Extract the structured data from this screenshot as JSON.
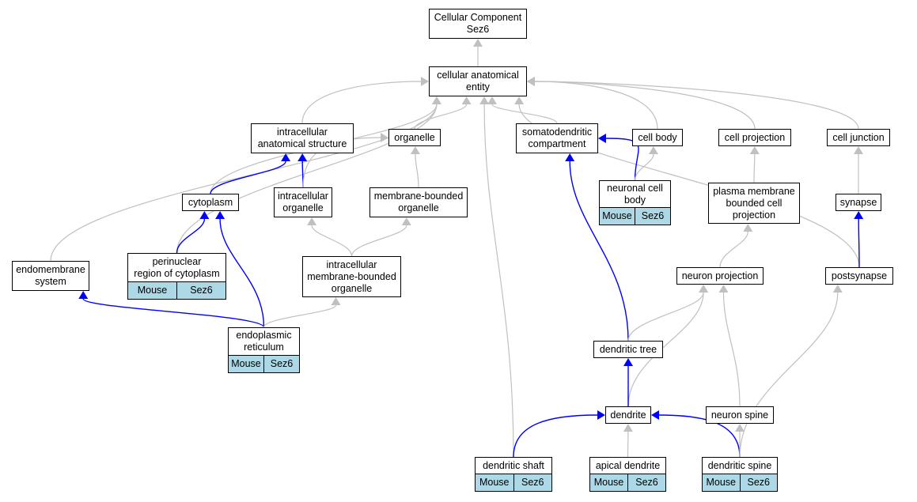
{
  "colors": {
    "is_a": "#c0c0c0",
    "part_of": "#0000ff",
    "tag_bg": "#add8e6"
  },
  "nodes": {
    "root": {
      "label": "Cellular Component\nSez6"
    },
    "cae": {
      "label": "cellular anatomical\nentity"
    },
    "ias": {
      "label": "intracellular\nanatomical structure"
    },
    "organelle": {
      "label": "organelle"
    },
    "somato": {
      "label": "somatodendritic\ncompartment"
    },
    "cellbody": {
      "label": "cell body"
    },
    "cellproj": {
      "label": "cell projection"
    },
    "celljunc": {
      "label": "cell junction"
    },
    "cytoplasm": {
      "label": "cytoplasm"
    },
    "intraorg": {
      "label": "intracellular\norganelle"
    },
    "mbo": {
      "label": "membrane-bounded\norganelle"
    },
    "ncb": {
      "label": "neuronal cell\nbody",
      "tags": [
        "Mouse",
        "Sez6"
      ]
    },
    "pmbcp": {
      "label": "plasma membrane\nbounded cell\nprojection"
    },
    "synapse": {
      "label": "synapse"
    },
    "endomem": {
      "label": "endomembrane\nsystem"
    },
    "perinuc": {
      "label": "perinuclear\nregion of cytoplasm",
      "tags": [
        "Mouse",
        "Sez6"
      ]
    },
    "imbo": {
      "label": "intracellular\nmembrane-bounded\norganelle"
    },
    "neuproj": {
      "label": "neuron projection"
    },
    "postsyn": {
      "label": "postsynapse"
    },
    "er": {
      "label": "endoplasmic\nreticulum",
      "tags": [
        "Mouse",
        "Sez6"
      ]
    },
    "dtree": {
      "label": "dendritic tree"
    },
    "dendrite": {
      "label": "dendrite"
    },
    "nspine": {
      "label": "neuron spine"
    },
    "dshaft": {
      "label": "dendritic shaft",
      "tags": [
        "Mouse",
        "Sez6"
      ]
    },
    "apical": {
      "label": "apical dendrite",
      "tags": [
        "Mouse",
        "Sez6"
      ]
    },
    "dspine": {
      "label": "dendritic spine",
      "tags": [
        "Mouse",
        "Sez6"
      ]
    }
  },
  "edges": [
    {
      "from": "cae",
      "to": "root",
      "type": "is_a"
    },
    {
      "from": "ias",
      "to": "cae",
      "type": "is_a"
    },
    {
      "from": "organelle",
      "to": "cae",
      "type": "is_a"
    },
    {
      "from": "somato",
      "to": "cae",
      "type": "is_a"
    },
    {
      "from": "cellbody",
      "to": "cae",
      "type": "is_a"
    },
    {
      "from": "cellproj",
      "to": "cae",
      "type": "is_a"
    },
    {
      "from": "celljunc",
      "to": "cae",
      "type": "is_a"
    },
    {
      "from": "cytoplasm",
      "to": "cae",
      "type": "is_a"
    },
    {
      "from": "endomem",
      "to": "cae",
      "type": "is_a"
    },
    {
      "from": "perinuc",
      "to": "cae",
      "type": "is_a"
    },
    {
      "from": "dshaft",
      "to": "cae",
      "type": "is_a"
    },
    {
      "from": "postsyn",
      "to": "cae",
      "type": "is_a"
    },
    {
      "from": "cytoplasm",
      "to": "ias",
      "type": "part_of"
    },
    {
      "from": "intraorg",
      "to": "ias",
      "type": "part_of"
    },
    {
      "from": "intraorg",
      "to": "organelle",
      "type": "is_a"
    },
    {
      "from": "mbo",
      "to": "organelle",
      "type": "is_a"
    },
    {
      "from": "ncb",
      "to": "somato",
      "type": "part_of"
    },
    {
      "from": "ncb",
      "to": "cellbody",
      "type": "is_a"
    },
    {
      "from": "pmbcp",
      "to": "cellproj",
      "type": "is_a"
    },
    {
      "from": "synapse",
      "to": "celljunc",
      "type": "is_a"
    },
    {
      "from": "perinuc",
      "to": "cytoplasm",
      "type": "part_of"
    },
    {
      "from": "er",
      "to": "cytoplasm",
      "type": "part_of"
    },
    {
      "from": "imbo",
      "to": "intraorg",
      "type": "is_a"
    },
    {
      "from": "imbo",
      "to": "mbo",
      "type": "is_a"
    },
    {
      "from": "neuproj",
      "to": "pmbcp",
      "type": "is_a"
    },
    {
      "from": "postsyn",
      "to": "synapse",
      "type": "part_of"
    },
    {
      "from": "er",
      "to": "endomem",
      "type": "part_of"
    },
    {
      "from": "er",
      "to": "imbo",
      "type": "is_a"
    },
    {
      "from": "dtree",
      "to": "somato",
      "type": "part_of"
    },
    {
      "from": "dtree",
      "to": "neuproj",
      "type": "is_a"
    },
    {
      "from": "dendrite",
      "to": "neuproj",
      "type": "is_a"
    },
    {
      "from": "nspine",
      "to": "neuproj",
      "type": "is_a"
    },
    {
      "from": "dendrite",
      "to": "dtree",
      "type": "part_of"
    },
    {
      "from": "dspine",
      "to": "postsyn",
      "type": "is_a"
    },
    {
      "from": "dshaft",
      "to": "dendrite",
      "type": "part_of"
    },
    {
      "from": "apical",
      "to": "dendrite",
      "type": "is_a"
    },
    {
      "from": "dspine",
      "to": "dendrite",
      "type": "part_of"
    },
    {
      "from": "dspine",
      "to": "nspine",
      "type": "is_a"
    }
  ]
}
